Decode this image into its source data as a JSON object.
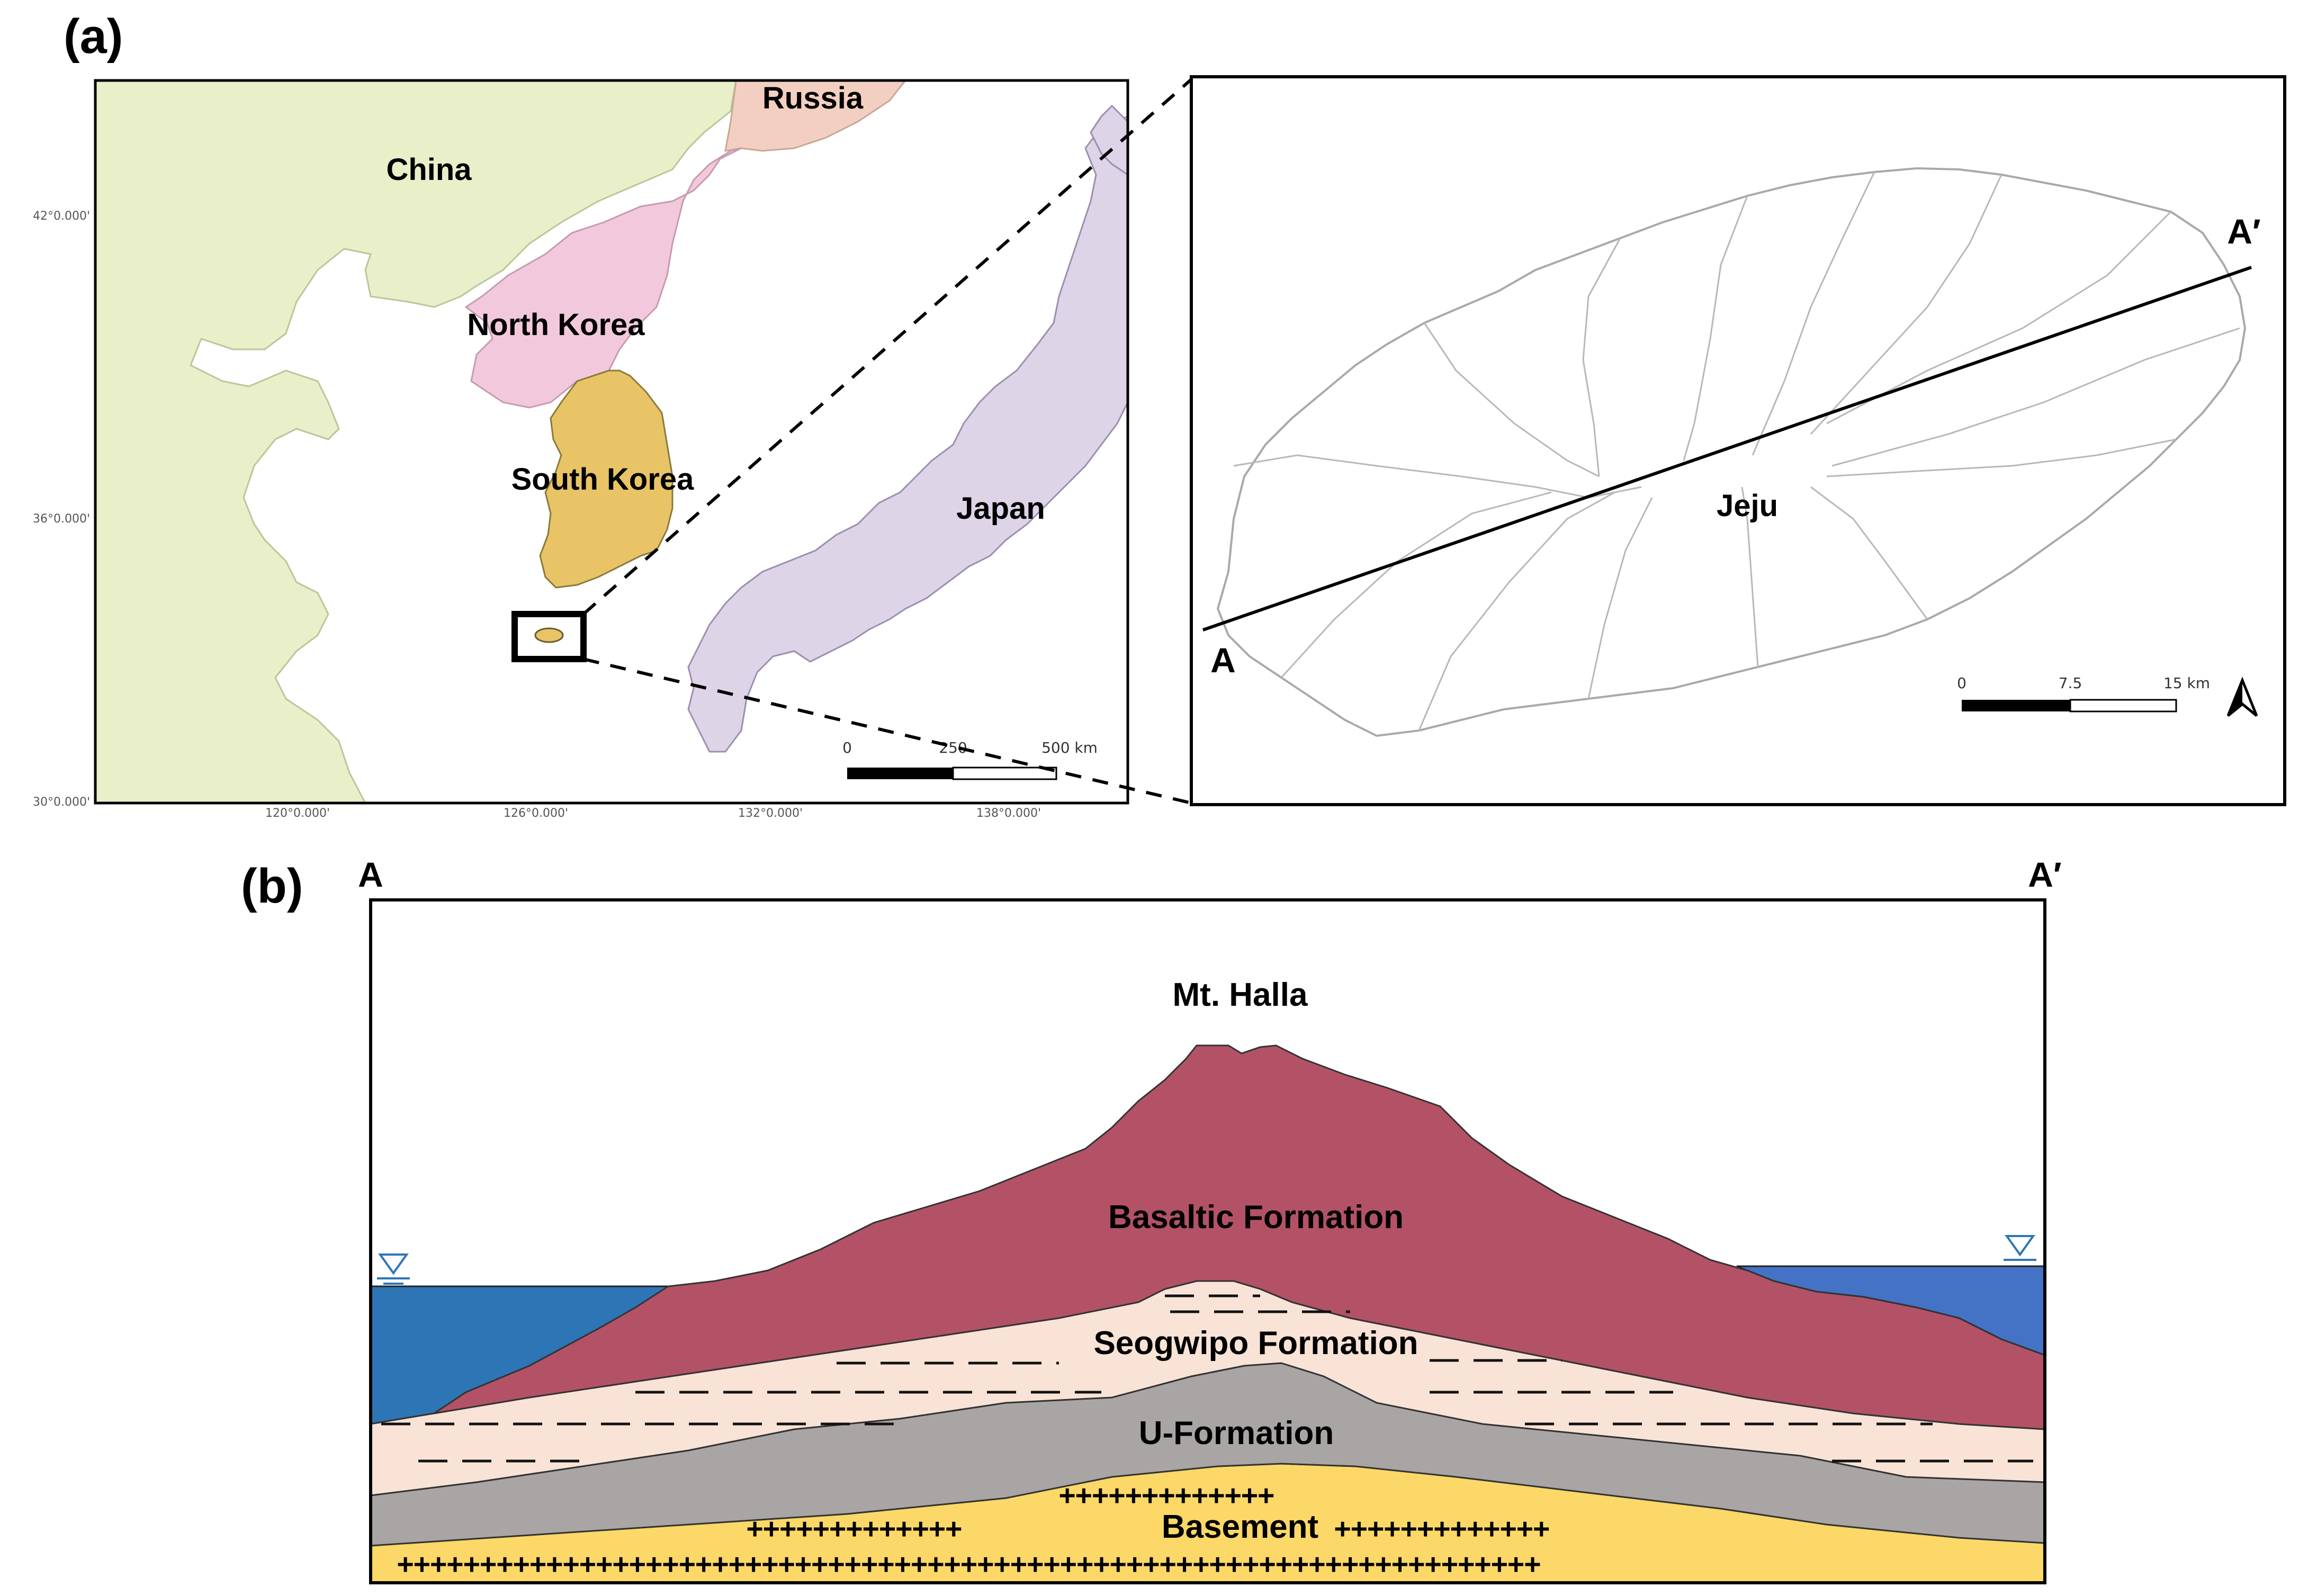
{
  "panel_a": {
    "label": "(a)",
    "countries": {
      "russia": "Russia",
      "china": "China",
      "north_korea": "North Korea",
      "south_korea": "South Korea",
      "japan": "Japan"
    },
    "lat_ticks": [
      "42°0.000'",
      "36°0.000'",
      "30°0.000'"
    ],
    "lon_ticks": [
      "120°0.000'",
      "126°0.000'",
      "132°0.000'",
      "138°0.000'"
    ],
    "scale": {
      "zero": "0",
      "mid": "250",
      "end": "500 km"
    },
    "colors": {
      "china": "#e8efc9",
      "russia": "#f3cfc1",
      "north_korea": "#f2c9dc",
      "south_korea": "#e8c467",
      "japan": "#ddd4e8",
      "sea": "#ffffff"
    },
    "inset": {
      "island_label": "Jeju",
      "point_a": "A",
      "point_a_prime": "A′",
      "scale": {
        "zero": "0",
        "mid": "7.5",
        "end": "15 km"
      },
      "north_arrow": "north-arrow-icon"
    }
  },
  "panel_b": {
    "label": "(b)",
    "left_end": "A",
    "right_end": "A′",
    "peak_label": "Mt. Halla",
    "layers": {
      "basaltic": "Basaltic Formation",
      "seogwipo": "Seogwipo Formation",
      "u_formation": "U-Formation",
      "basement": "Basement"
    },
    "colors": {
      "basaltic": "#b35266",
      "seogwipo": "#f8e3d6",
      "u_formation": "#aaa5a5",
      "basement": "#fbd867",
      "sea_left": "#2e75b6",
      "sea_right": "#4472c4"
    }
  }
}
